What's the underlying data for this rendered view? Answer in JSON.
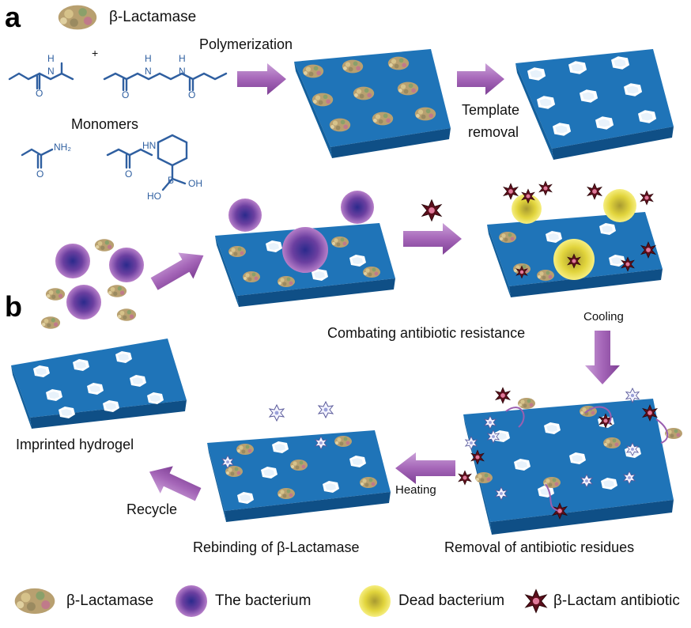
{
  "panels": {
    "a": {
      "letter": "a",
      "top_legend_label": "β-Lactamase",
      "polymerization_label": "Polymerization",
      "monomers_label": "Monomers",
      "plus_sign": "+",
      "template_removal_line1": "Template",
      "template_removal_line2": "removal",
      "chem": {
        "nh": "N",
        "h": "H",
        "o": "O",
        "nh2": "NH₂",
        "hn": "HN",
        "b": "B",
        "oh": "OH",
        "ho": "HO"
      }
    },
    "b": {
      "letter": "b",
      "combating_label": "Combating antibiotic resistance",
      "cooling_label": "Cooling",
      "heating_label": "Heating",
      "imprinted_label": "Imprinted hydrogel",
      "recycle_label": "Recycle",
      "rebinding_label": "Rebinding of β-Lactamase",
      "removal_label": "Removal of antibiotic residues"
    }
  },
  "legend": {
    "items": [
      {
        "label": "β-Lactamase",
        "icon": "beta-lactamase-icon"
      },
      {
        "label": "The bacterium",
        "icon": "bacterium-icon"
      },
      {
        "label": "Dead bacterium",
        "icon": "dead-bacterium-icon"
      },
      {
        "label": "β-Lactam antibiotic",
        "icon": "antibiotic-star-icon"
      }
    ]
  },
  "colors": {
    "slab_top": "#1f74b8",
    "slab_side": "#0f4f86",
    "arrow": "#a666b8",
    "bacterium": "#8b4fb0",
    "dead_bacterium": "#e3d33a",
    "antibiotic": "#6e1020",
    "chem_line": "#2f5fa0"
  }
}
